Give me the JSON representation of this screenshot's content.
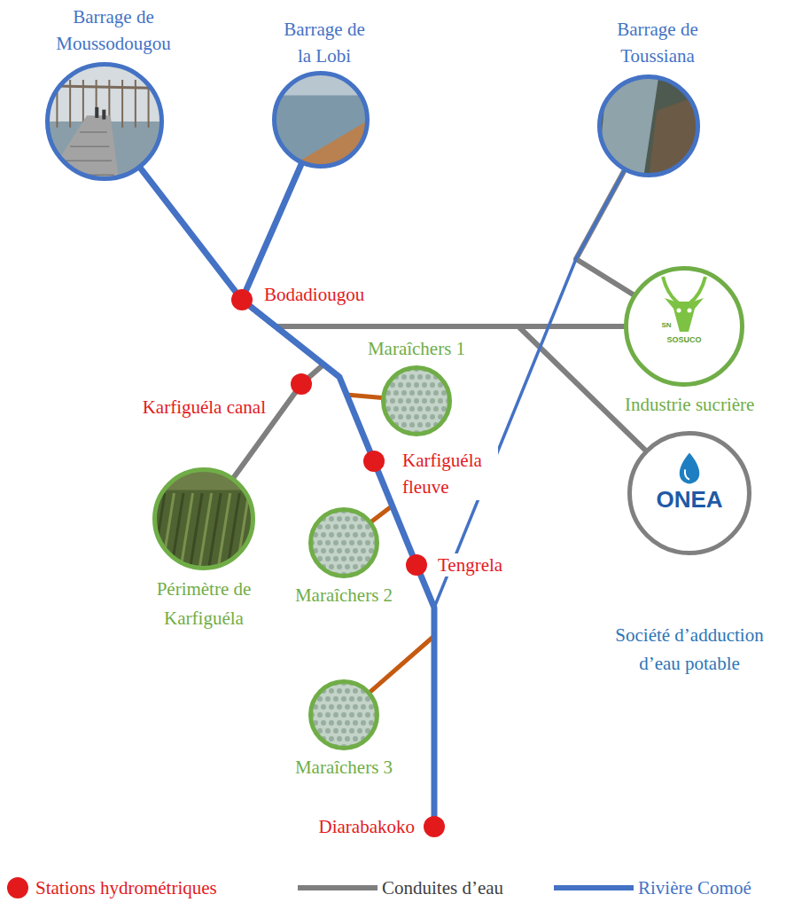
{
  "diagram": {
    "nodes": [
      {
        "text": [
          "Barrage de Moussodougou"
        ]
      },
      {
        "text": [
          "Barrage de la Lobi"
        ]
      },
      {
        "text": [
          "Barrage de Toussiana"
        ]
      },
      {
        "text": [
          "Bodadiougou"
        ]
      },
      {
        "text": [
          "Maraîchers 1"
        ]
      },
      {
        "text": [
          "SN",
          "SOSUCO",
          "Industrie sucrière"
        ]
      },
      {
        "text": [
          "Karfiguéla canal"
        ]
      },
      {
        "text": [
          "Karfiguéla fleuve"
        ]
      },
      {
        "text": [
          "Périmètre de Karfiguéla"
        ]
      },
      {
        "text": [
          "Maraîchers 2"
        ]
      },
      {
        "text": [
          "Tengrela"
        ]
      },
      {
        "text": [
          "ONEA",
          "Société d’adduction d’eau potable"
        ]
      },
      {
        "text": [
          "Maraîchers 3"
        ]
      },
      {
        "text": [
          "Diarabakoko"
        ]
      }
    ],
    "edges": [
      {
        "from": 0,
        "to": 3,
        "arrow": "none"
      },
      {
        "from": 1,
        "to": 3,
        "arrow": "none"
      },
      {
        "from": 3,
        "to": 7,
        "arrow": "none"
      },
      {
        "from": 7,
        "to": 10,
        "arrow": "none"
      },
      {
        "from": 10,
        "to": 13,
        "arrow": "none"
      },
      {
        "from": 2,
        "to": 13,
        "arrow": "none"
      },
      {
        "from": 3,
        "to": 5,
        "arrow": "none"
      },
      {
        "from": 3,
        "to": 11,
        "arrow": "none"
      },
      {
        "from": 2,
        "to": 5,
        "arrow": "none"
      },
      {
        "from": 3,
        "to": 6,
        "arrow": "none"
      },
      {
        "from": 6,
        "to": 8,
        "arrow": "none"
      },
      {
        "from": 3,
        "to": 4,
        "arrow": "none"
      },
      {
        "from": 7,
        "to": 9,
        "arrow": "none"
      },
      {
        "from": 10,
        "to": 12,
        "arrow": "none"
      }
    ],
    "legend": [
      {
        "text": "Stations hydrométriques",
        "color": "#e31a1c"
      },
      {
        "text": "Conduites d’eau"
      },
      {
        "text": "Rivière Comoé"
      }
    ]
  }
}
